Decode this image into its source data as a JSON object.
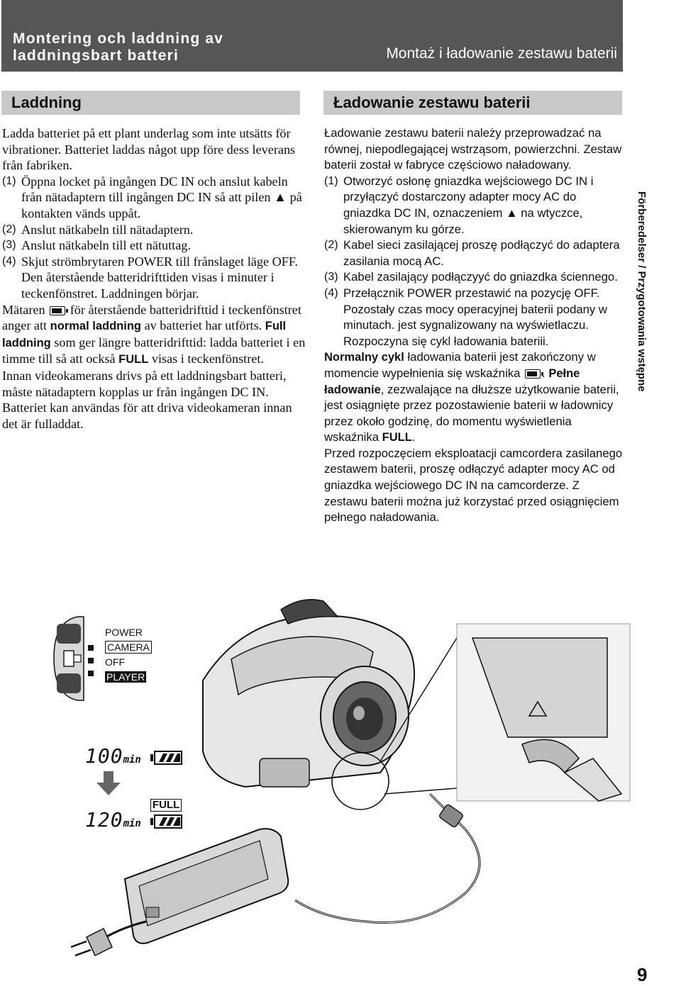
{
  "header": {
    "title_sv": "Montering och laddning av laddningsbart batteri",
    "title_pl": "Montaż i ładowanie zestawu baterii"
  },
  "sections": {
    "sv_title": "Laddning",
    "pl_title": "Ładowanie zestawu baterii"
  },
  "swedish": {
    "intro": "Ladda batteriet på ett plant underlag som inte utsätts för vibrationer. Batteriet laddas något upp före dess leverans från fabriken.",
    "steps": [
      {
        "num": "(1)",
        "text": "Öppna locket på ingången DC IN och anslut kabeln från nätadaptern till ingången DC IN så att pilen ▲ på kontakten vänds uppåt."
      },
      {
        "num": "(2)",
        "text": "Anslut nätkabeln till nätadaptern."
      },
      {
        "num": "(3)",
        "text": "Anslut nätkabeln till ett nätuttag."
      },
      {
        "num": "(4)",
        "text": "Skjut strömbrytaren POWER till frånslaget läge OFF. Den återstående batteridrifttiden visas i minuter i teckenfönstret. Laddningen börjar."
      }
    ],
    "para2_a": "Mätaren",
    "para2_b": "för återstående batteridrifttid i teckenfönstret anger att",
    "para2_bold": "normal laddning",
    "para2_c": "av batteriet har utförts.",
    "para2_bold2": "Full laddning",
    "para2_d": "som ger längre batteridrifttid: ladda batteriet i en timme till så att också",
    "para2_bold3": "FULL",
    "para2_e": "visas i teckenfönstret.",
    "para3": "Innan videokamerans drivs på ett laddningsbart batteri, måste nätadaptern kopplas ur från ingången DC IN. Batteriet kan användas för att driva videokameran innan det är fulladdat."
  },
  "polish": {
    "intro": "Ładowanie zestawu baterii należy przeprowadzać na równej, niepodlegającej wstrząsom, powierzchni. Zestaw baterii został w fabryce częściowo naładowany.",
    "steps": [
      {
        "num": "(1)",
        "text": "Otworzyć osłonę gniazdka wejściowego DC IN i przyłączyć dostarczony adapter mocy AC do gniazdka DC IN, oznaczeniem ▲ na wtyczce, skierowanym ku górze."
      },
      {
        "num": "(2)",
        "text": "Kabel sieci zasilającej proszę podłączyć do adaptera zasilania mocą AC."
      },
      {
        "num": "(3)",
        "text": "Kabel zasilający podłączyyć do gniazdka ściennego."
      },
      {
        "num": "(4)",
        "text": "Przełącznik POWER przestawić na pozycję OFF. Pozostały czas mocy operacyjnej baterii podany w minutach. jest sygnalizowany na wyświetlaczu. Rozpoczyna się cykl ładowania bateriii."
      }
    ],
    "para2_bold": "Normalny cykl",
    "para2_a": "ładowania baterii jest zakończony w momencie wypełnienia się wskaźnika",
    "para2_bold2": "Pełne ładowanie",
    "para2_b": ", zezwalające na dłuższe użytkowanie baterii, jest osiągnięte przez pozostawienie baterii w ładownicy przez około godzinę, do momentu wyświetlenia wskaźnika",
    "para2_bold3": "FULL",
    "para3": "Przed rozpoczęciem eksploatacji camcordera zasilanego zestawem baterii, proszę odłączyć adapter mocy AC od gniazdka wejściowego DC IN na camcorderze. Z zestawu baterii można już korzystać przed osiągnięciem pełnego naładowania."
  },
  "side_label": "Förberedelser / Przygotowania wstępne",
  "page_number": "9",
  "figure": {
    "switch_title": "POWER",
    "switch_options": [
      "CAMERA",
      "OFF",
      "PLAYER"
    ],
    "display1_value": "100",
    "display2_value": "120",
    "display_unit": "min",
    "full_label": "FULL"
  }
}
